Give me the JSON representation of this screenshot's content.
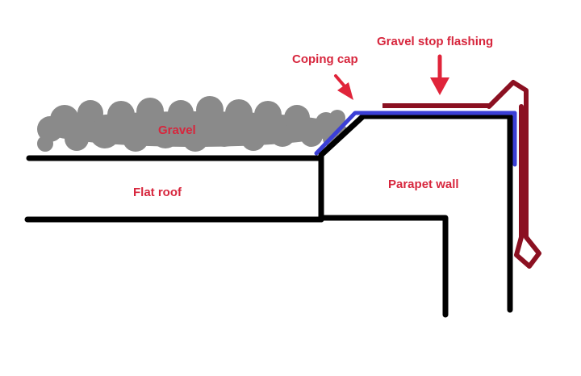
{
  "labels": {
    "gravel_stop_flashing": "Gravel stop flashing",
    "coping_cap": "Coping cap",
    "gravel": "Gravel",
    "flat_roof": "Flat roof",
    "parapet_wall": "Parapet wall"
  },
  "colors": {
    "label_red": "#d7263d",
    "arrow_red": "#e0243a",
    "structure_black": "#000000",
    "coping_blue": "#3b3fd6",
    "flashing_maroon": "#8b1021",
    "gravel_gray": "#8a8a8a"
  }
}
